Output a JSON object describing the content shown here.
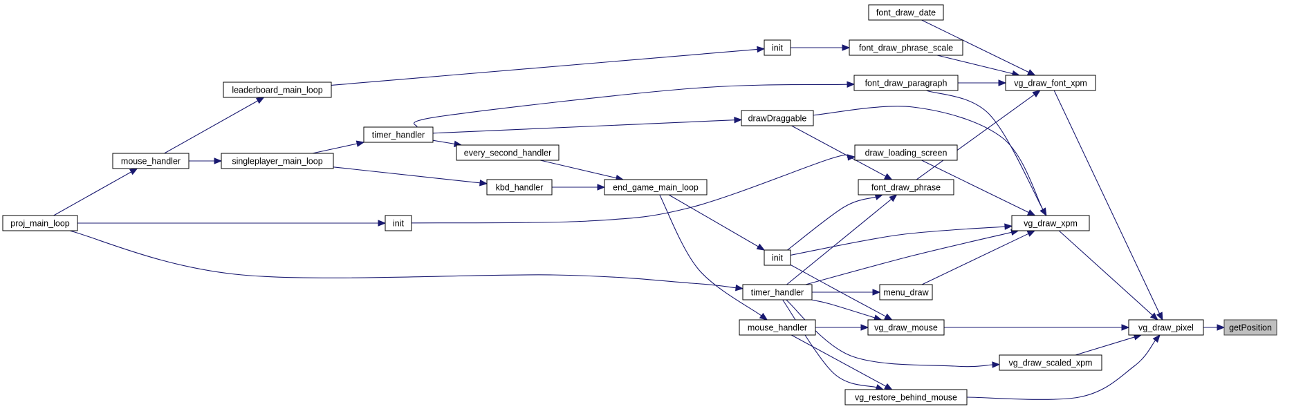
{
  "diagram": {
    "highlighted_node": "getPosition",
    "colors": {
      "edge": "#191970",
      "node_border": "#000000",
      "node_fill": "#ffffff",
      "highlight_fill": "#bfbfbf"
    },
    "nodes": [
      {
        "id": "getPosition",
        "label": "getPosition"
      },
      {
        "id": "vg_draw_pixel",
        "label": "vg_draw_pixel"
      },
      {
        "id": "vg_draw_font_xpm",
        "label": "vg_draw_font_xpm"
      },
      {
        "id": "vg_draw_xpm",
        "label": "vg_draw_xpm"
      },
      {
        "id": "vg_draw_mouse",
        "label": "vg_draw_mouse"
      },
      {
        "id": "vg_draw_scaled_xpm",
        "label": "vg_draw_scaled_xpm"
      },
      {
        "id": "vg_restore_behind_mouse",
        "label": "vg_restore_behind_mouse"
      },
      {
        "id": "font_draw_date",
        "label": "font_draw_date"
      },
      {
        "id": "font_draw_phrase_scale",
        "label": "font_draw_phrase_scale"
      },
      {
        "id": "font_draw_paragraph",
        "label": "font_draw_paragraph"
      },
      {
        "id": "font_draw_phrase",
        "label": "font_draw_phrase"
      },
      {
        "id": "drawDraggable",
        "label": "drawDraggable"
      },
      {
        "id": "draw_loading_screen",
        "label": "draw_loading_screen"
      },
      {
        "id": "menu_draw",
        "label": "menu_draw"
      },
      {
        "id": "init_1",
        "label": "init"
      },
      {
        "id": "init_2",
        "label": "init"
      },
      {
        "id": "init_3",
        "label": "init"
      },
      {
        "id": "timer_handler_1",
        "label": "timer_handler"
      },
      {
        "id": "timer_handler_2",
        "label": "timer_handler"
      },
      {
        "id": "mouse_handler_1",
        "label": "mouse_handler"
      },
      {
        "id": "mouse_handler_2",
        "label": "mouse_handler"
      },
      {
        "id": "every_second_handler",
        "label": "every_second_handler"
      },
      {
        "id": "kbd_handler",
        "label": "kbd_handler"
      },
      {
        "id": "end_game_main_loop",
        "label": "end_game_main_loop"
      },
      {
        "id": "leaderboard_main_loop",
        "label": "leaderboard_main_loop"
      },
      {
        "id": "singleplayer_main_loop",
        "label": "singleplayer_main_loop"
      },
      {
        "id": "proj_main_loop",
        "label": "proj_main_loop"
      }
    ],
    "edges": [
      {
        "from": "vg_draw_pixel",
        "to": "getPosition"
      },
      {
        "from": "vg_draw_font_xpm",
        "to": "vg_draw_pixel"
      },
      {
        "from": "vg_draw_xpm",
        "to": "vg_draw_pixel"
      },
      {
        "from": "vg_draw_mouse",
        "to": "vg_draw_pixel"
      },
      {
        "from": "vg_draw_scaled_xpm",
        "to": "vg_draw_pixel"
      },
      {
        "from": "vg_restore_behind_mouse",
        "to": "vg_draw_pixel"
      },
      {
        "from": "font_draw_date",
        "to": "vg_draw_font_xpm"
      },
      {
        "from": "font_draw_phrase_scale",
        "to": "vg_draw_font_xpm"
      },
      {
        "from": "font_draw_paragraph",
        "to": "vg_draw_font_xpm"
      },
      {
        "from": "font_draw_phrase",
        "to": "vg_draw_font_xpm"
      },
      {
        "from": "font_draw_paragraph",
        "to": "vg_draw_xpm"
      },
      {
        "from": "drawDraggable",
        "to": "vg_draw_xpm"
      },
      {
        "from": "draw_loading_screen",
        "to": "vg_draw_xpm"
      },
      {
        "from": "init_3",
        "to": "vg_draw_xpm"
      },
      {
        "from": "timer_handler_2",
        "to": "vg_draw_xpm"
      },
      {
        "from": "menu_draw",
        "to": "vg_draw_xpm"
      },
      {
        "from": "init_1",
        "to": "font_draw_phrase_scale"
      },
      {
        "from": "timer_handler_1",
        "to": "font_draw_paragraph"
      },
      {
        "from": "timer_handler_1",
        "to": "drawDraggable"
      },
      {
        "from": "timer_handler_1",
        "to": "every_second_handler"
      },
      {
        "from": "drawDraggable",
        "to": "font_draw_phrase"
      },
      {
        "from": "init_3",
        "to": "font_draw_phrase"
      },
      {
        "from": "timer_handler_2",
        "to": "font_draw_phrase"
      },
      {
        "from": "init_2",
        "to": "draw_loading_screen"
      },
      {
        "from": "timer_handler_2",
        "to": "menu_draw"
      },
      {
        "from": "init_3",
        "to": "vg_draw_mouse"
      },
      {
        "from": "timer_handler_2",
        "to": "vg_draw_mouse"
      },
      {
        "from": "mouse_handler_2",
        "to": "vg_draw_mouse"
      },
      {
        "from": "timer_handler_2",
        "to": "vg_draw_scaled_xpm"
      },
      {
        "from": "timer_handler_2",
        "to": "vg_restore_behind_mouse"
      },
      {
        "from": "mouse_handler_2",
        "to": "vg_restore_behind_mouse"
      },
      {
        "from": "end_game_main_loop",
        "to": "init_3"
      },
      {
        "from": "end_game_main_loop",
        "to": "mouse_handler_2"
      },
      {
        "from": "every_second_handler",
        "to": "end_game_main_loop"
      },
      {
        "from": "kbd_handler",
        "to": "end_game_main_loop"
      },
      {
        "from": "singleplayer_main_loop",
        "to": "timer_handler_1"
      },
      {
        "from": "singleplayer_main_loop",
        "to": "kbd_handler"
      },
      {
        "from": "leaderboard_main_loop",
        "to": "init_1"
      },
      {
        "from": "mouse_handler_1",
        "to": "leaderboard_main_loop"
      },
      {
        "from": "mouse_handler_1",
        "to": "singleplayer_main_loop"
      },
      {
        "from": "proj_main_loop",
        "to": "mouse_handler_1"
      },
      {
        "from": "proj_main_loop",
        "to": "init_2"
      },
      {
        "from": "proj_main_loop",
        "to": "timer_handler_2"
      }
    ]
  }
}
